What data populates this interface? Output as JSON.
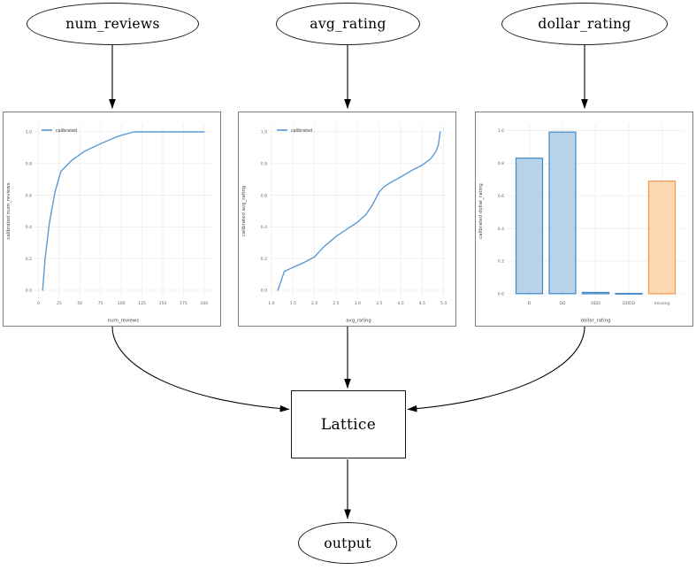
{
  "diagram": {
    "nodes": {
      "num_reviews": "num_reviews",
      "avg_rating": "avg_rating",
      "dollar_rating": "dollar_rating",
      "lattice": "Lattice",
      "output": "output"
    }
  },
  "colors": {
    "line_blue": "#5b9bd5",
    "bar_blue_fill": "#b8d3e9",
    "bar_blue_edge": "#3f86c6",
    "bar_orange_fill": "#fcd9b2",
    "bar_orange_edge": "#f5964b",
    "grid": "#ebebeb",
    "tick": "#666666",
    "axis_label": "#444444",
    "edge_black": "#000000",
    "panel_border": "#7f7f7f"
  },
  "chart_data": [
    {
      "type": "line",
      "name": "num-reviews-calibration",
      "xlabel": "num_reviews",
      "ylabel": "calibrated num_reviews",
      "legend": [
        "calibrated"
      ],
      "legend_position": "upper left",
      "grid": true,
      "xlim": [
        -4.8,
        209.8
      ],
      "ylim": [
        -0.05,
        1.05
      ],
      "xticks": [
        0,
        25,
        50,
        75,
        100,
        125,
        150,
        175,
        200
      ],
      "xtick_labels": [
        "0",
        "25",
        "50",
        "75",
        "100",
        "125",
        "150",
        "175",
        "200"
      ],
      "yticks": [
        0,
        0.2,
        0.4,
        0.6,
        0.8,
        1
      ],
      "ytick_labels": [
        "0.0",
        "0.2",
        "0.4",
        "0.6",
        "0.8",
        "1.0"
      ],
      "x": [
        5,
        8,
        13,
        20,
        27,
        40,
        55,
        75,
        95,
        115,
        200
      ],
      "y": [
        0.0,
        0.2,
        0.42,
        0.62,
        0.75,
        0.82,
        0.875,
        0.925,
        0.97,
        1.0,
        1.0
      ]
    },
    {
      "type": "line",
      "name": "avg-rating-calibration",
      "xlabel": "avg_rating",
      "ylabel": "calibrated avg_rating",
      "legend": [
        "calibrated"
      ],
      "legend_position": "upper left",
      "grid": true,
      "xlim": [
        0.96,
        5.09
      ],
      "ylim": [
        -0.05,
        1.05
      ],
      "xticks": [
        1,
        1.5,
        2,
        2.5,
        3,
        3.5,
        4,
        4.5,
        5
      ],
      "xtick_labels": [
        "1.0",
        "1.5",
        "2.0",
        "2.5",
        "3.0",
        "3.5",
        "4.0",
        "4.5",
        "5.0"
      ],
      "yticks": [
        0,
        0.2,
        0.4,
        0.6,
        0.8,
        1
      ],
      "ytick_labels": [
        "0.0",
        "0.2",
        "0.4",
        "0.6",
        "0.8",
        "1.0"
      ],
      "x": [
        1.15,
        1.3,
        1.5,
        1.75,
        2.0,
        2.2,
        2.5,
        2.75,
        3.0,
        3.2,
        3.35,
        3.5,
        3.62,
        3.8,
        4.0,
        4.25,
        4.5,
        4.7,
        4.82,
        4.88,
        4.92
      ],
      "y": [
        0.0,
        0.12,
        0.145,
        0.175,
        0.21,
        0.27,
        0.34,
        0.385,
        0.43,
        0.48,
        0.54,
        0.62,
        0.655,
        0.685,
        0.715,
        0.755,
        0.79,
        0.83,
        0.875,
        0.92,
        1.0
      ]
    },
    {
      "type": "bar",
      "name": "dollar-rating-calibration",
      "xlabel": "dollar_rating",
      "ylabel": "calibrated dollar_rating",
      "grid": true,
      "categories": [
        "D",
        "DD",
        "DDD",
        "DDDD",
        "missing"
      ],
      "values": [
        0.83,
        0.99,
        0.008,
        0.002,
        0.69
      ],
      "bar_colors": [
        "blue",
        "blue",
        "blue",
        "blue",
        "orange"
      ],
      "xlim": [
        -0.68,
        4.68
      ],
      "ylim": [
        -0.028,
        1.04
      ],
      "yticks": [
        0,
        0.2,
        0.4,
        0.6,
        0.8,
        1
      ],
      "ytick_labels": [
        "0.0",
        "0.2",
        "0.4",
        "0.6",
        "0.8",
        "1.0"
      ]
    }
  ]
}
